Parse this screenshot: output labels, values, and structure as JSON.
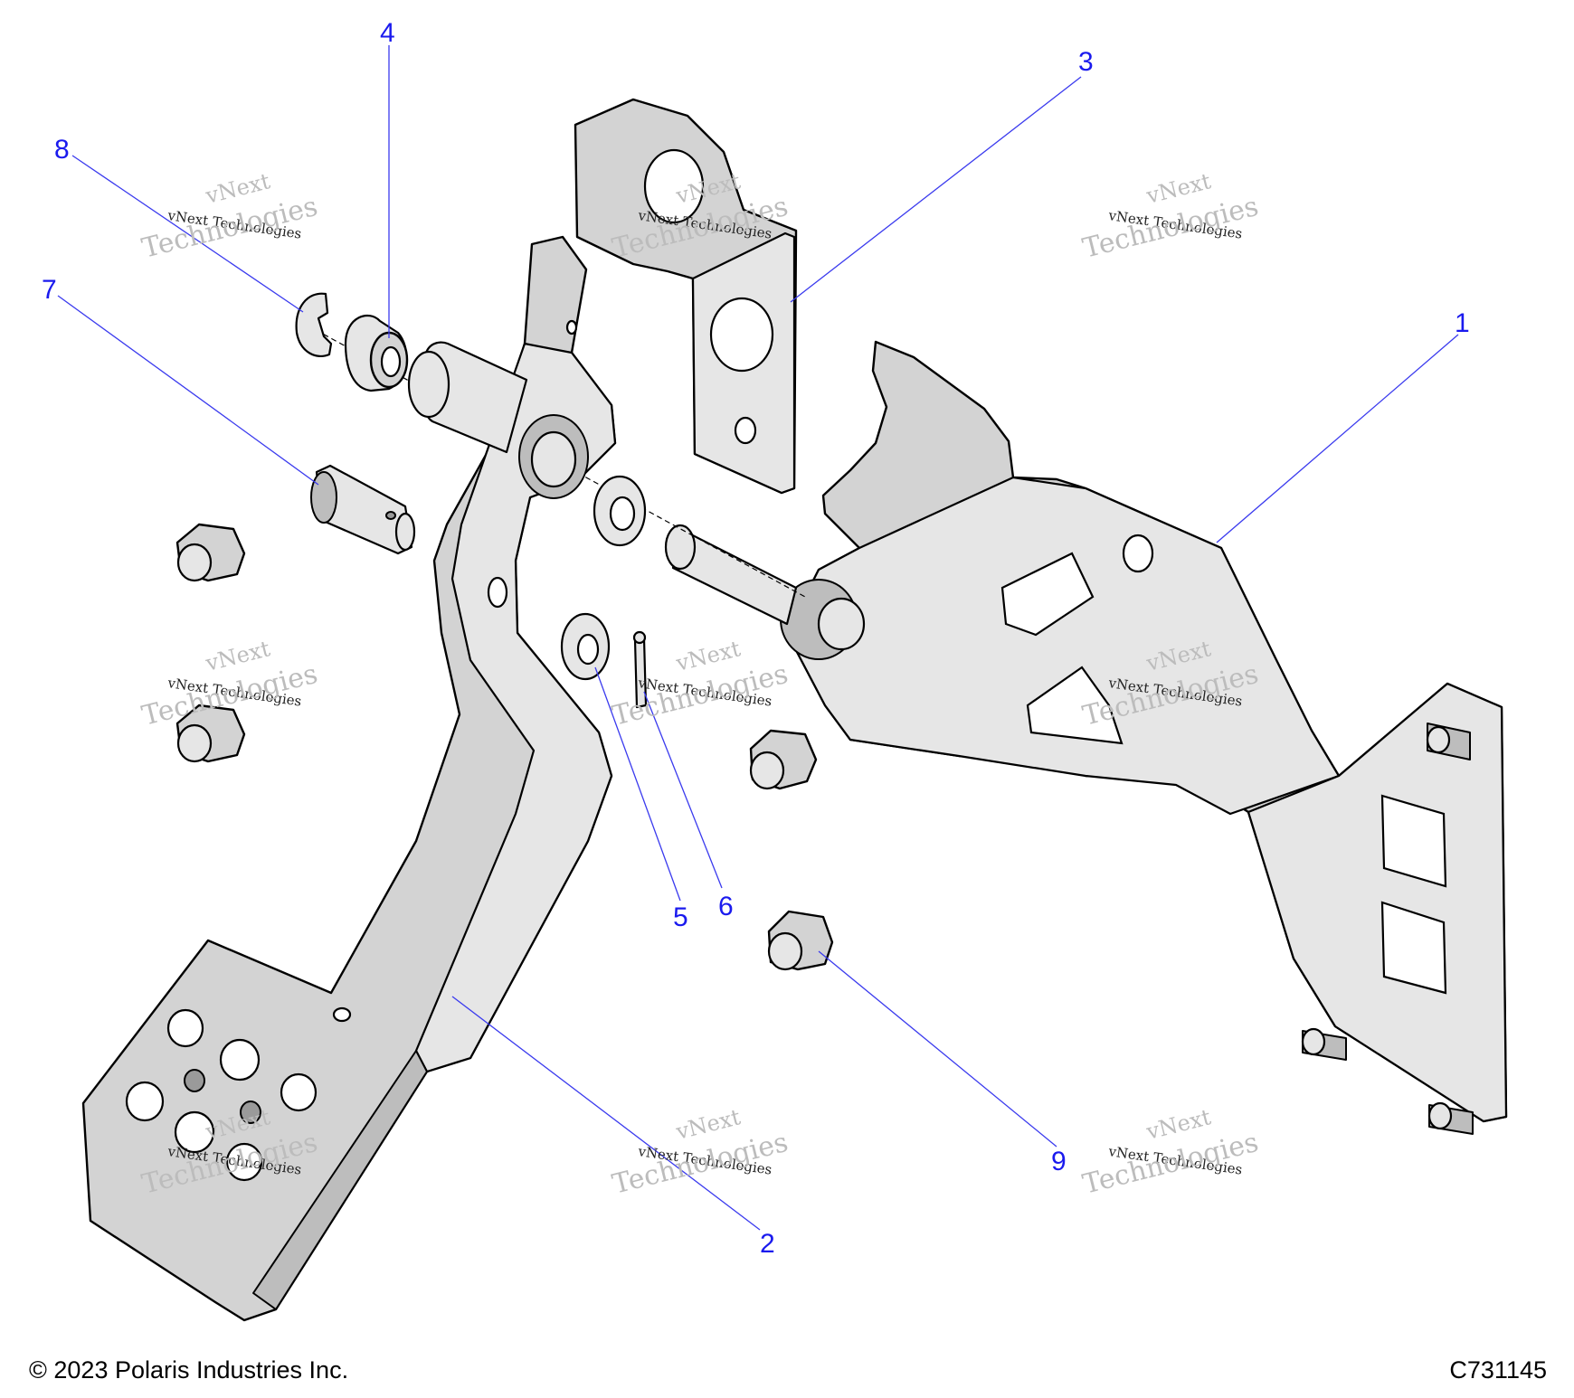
{
  "diagram": {
    "callouts": [
      {
        "id": "1",
        "label": "1"
      },
      {
        "id": "2",
        "label": "2"
      },
      {
        "id": "3",
        "label": "3"
      },
      {
        "id": "4",
        "label": "4"
      },
      {
        "id": "5",
        "label": "5"
      },
      {
        "id": "6",
        "label": "6"
      },
      {
        "id": "7",
        "label": "7"
      },
      {
        "id": "8",
        "label": "8"
      },
      {
        "id": "9",
        "label": "9"
      }
    ],
    "watermark": {
      "line1": "vNext",
      "line2": "vNext Technologies",
      "line3": "Technologies"
    }
  },
  "footer": {
    "copyright": "© 2023 Polaris Industries Inc.",
    "drawing_number": "C731145"
  }
}
